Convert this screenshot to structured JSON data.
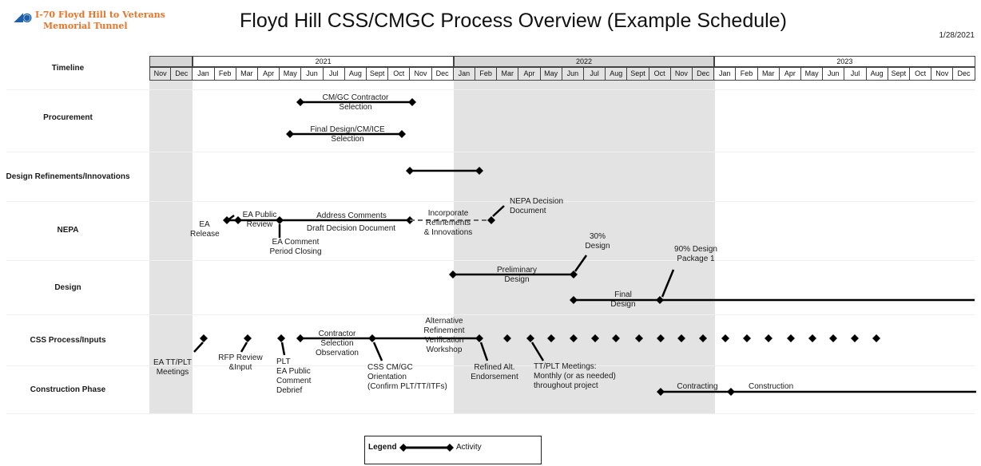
{
  "header": {
    "logo_line1": "I-70 Floyd Hill to Veterans",
    "logo_line2": "Memorial Tunnel",
    "title": "Floyd Hill CSS/CMGC Process Overview (Example Schedule)",
    "date": "1/28/2021"
  },
  "timeline": {
    "years": [
      {
        "label": "",
        "span": 2
      },
      {
        "label": "2021",
        "span": 12
      },
      {
        "label": "2022",
        "span": 12
      },
      {
        "label": "2023",
        "span": 12
      }
    ],
    "months": [
      "Nov",
      "Dec",
      "Jan",
      "Feb",
      "Mar",
      "Apr",
      "May",
      "Jun",
      "Jul",
      "Aug",
      "Sept",
      "Oct",
      "Nov",
      "Dec",
      "Jan",
      "Feb",
      "Mar",
      "Apr",
      "May",
      "Jun",
      "Jul",
      "Aug",
      "Sept",
      "Oct",
      "Nov",
      "Dec",
      "Jan",
      "Feb",
      "Mar",
      "Apr",
      "May",
      "Jun",
      "Jul",
      "Aug",
      "Sept",
      "Oct",
      "Nov",
      "Dec"
    ]
  },
  "rows": [
    {
      "id": "timeline",
      "label": "Timeline"
    },
    {
      "id": "procurement",
      "label": "Procurement"
    },
    {
      "id": "design-refinements",
      "label": "Design Refinements/Innovations"
    },
    {
      "id": "nepa",
      "label": "NEPA"
    },
    {
      "id": "design",
      "label": "Design"
    },
    {
      "id": "css",
      "label": "CSS Process/Inputs"
    },
    {
      "id": "construction",
      "label": "Construction Phase"
    }
  ],
  "annotations": {
    "cmgc_selection": "CM/GC Contractor\nSelection",
    "final_design_selection": "Final Design/CM/ICE\nSelection",
    "ea_release": "EA\nRelease",
    "ea_public_review": "EA Public\nReview",
    "ea_comment_closing": "EA Comment\nPeriod Closing",
    "address_comments": "Address  Comments",
    "draft_decision": "Draft Decision Document",
    "incorporate": "Incorporate\nRefinements\n& Innovations",
    "nepa_decision": "NEPA Decision\nDocument",
    "thirty_design": "30%\nDesign",
    "ninety_design": "90% Design\nPackage 1",
    "preliminary_design": "Preliminary\nDesign",
    "final_design": "Final\nDesign",
    "ea_tt_plt": "EA TT/PLT\nMeetings",
    "rfp_review": "RFP Review\n&Input",
    "plt_debrief": "PLT\nEA Public\nComment\nDebrief",
    "contractor_selection": "Contractor\nSelection\nObservation",
    "css_orientation": "CSS CM/GC\nOrientation\n(Confirm PLT/TT/ITFs)",
    "alt_refinement": "Alternative\nRefinement\nVerification\nWorkshop",
    "refined_alt": "Refined Alt.\nEndorsement",
    "tt_plt_meetings": "TT/PLT Meetings:\nMonthly (or as needed)\nthroughout project",
    "contracting": "Contracting",
    "construction": "Construction"
  },
  "legend": {
    "title": "Legend",
    "activity": "Activity"
  }
}
